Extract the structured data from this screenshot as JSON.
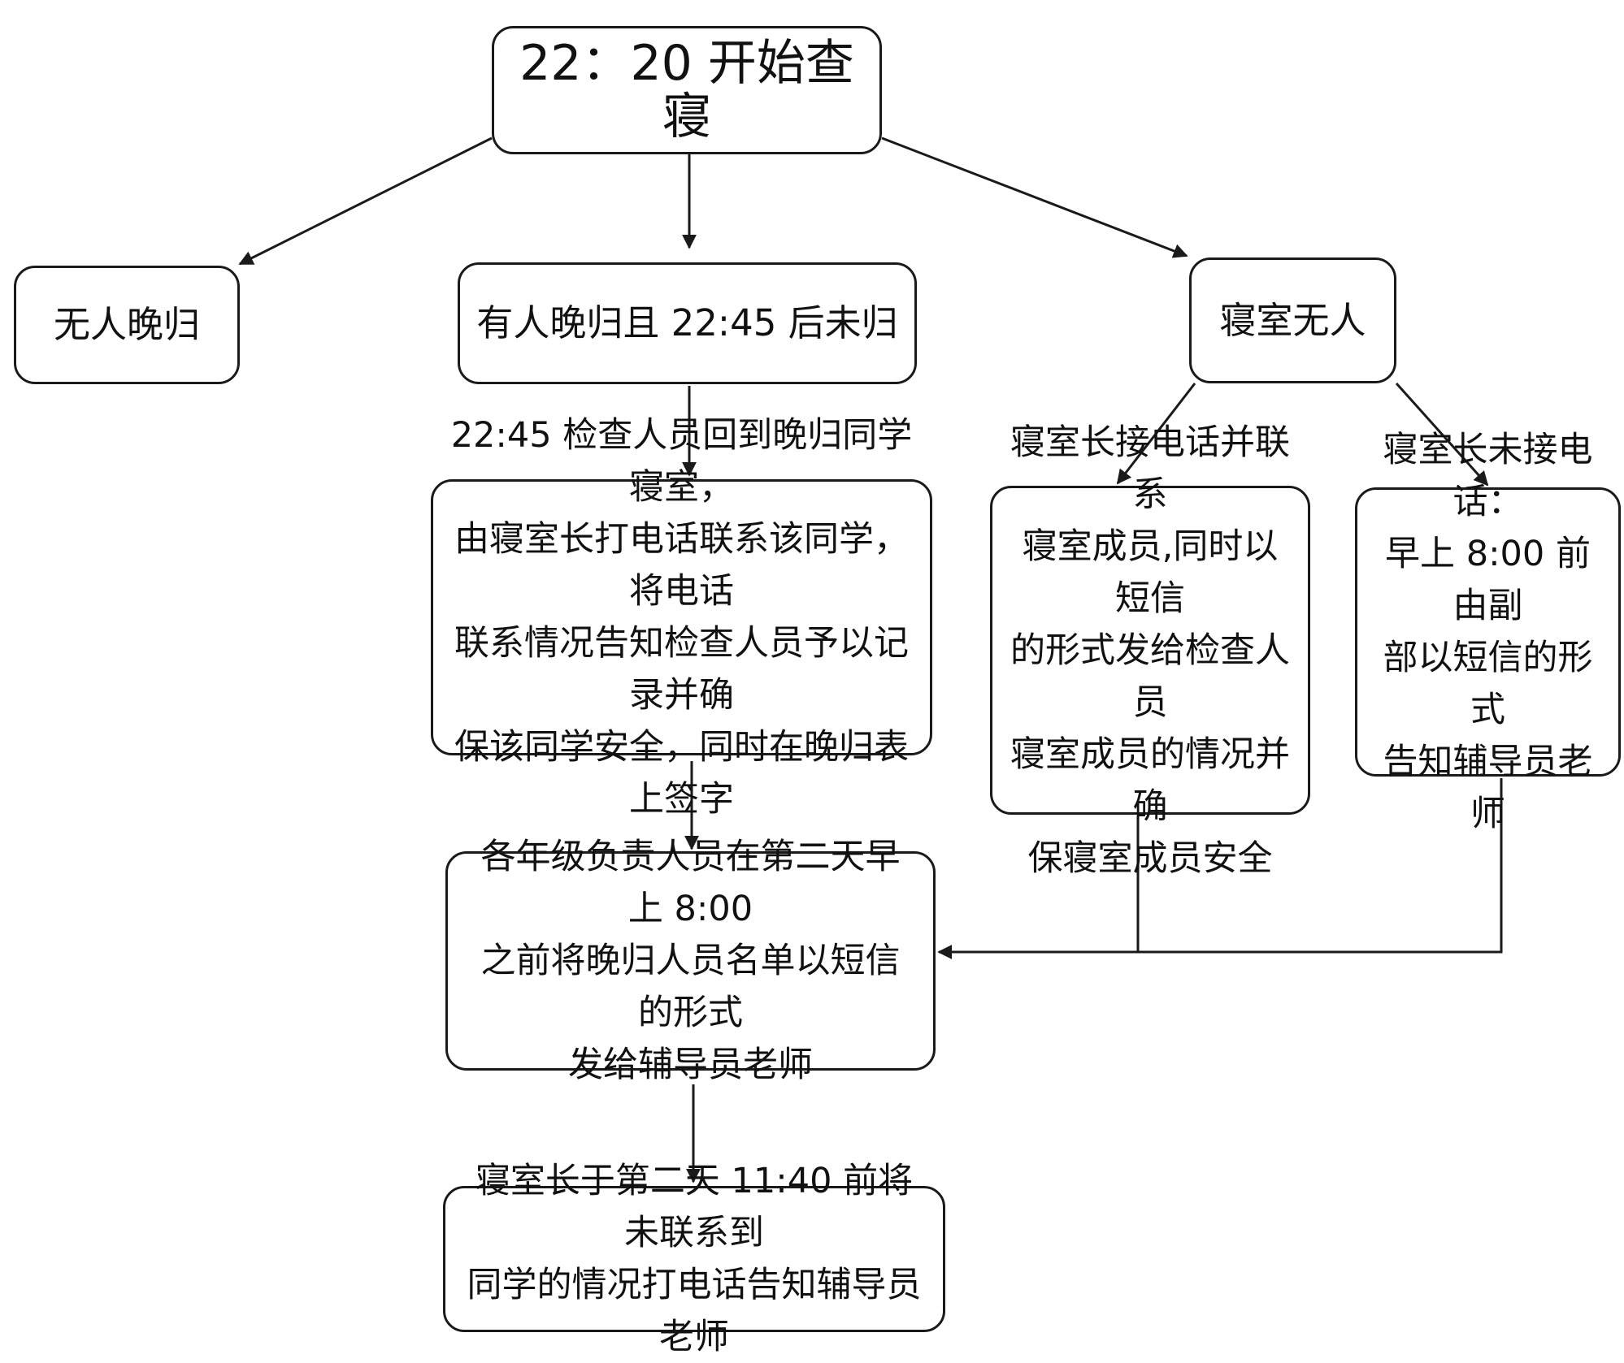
{
  "nodes": {
    "start": "22：20 开始查寝",
    "no_late": "无人晚归",
    "late_not_back": "有人晚归且 22:45 后未归",
    "room_empty": "寝室无人",
    "check_2245": "22:45 检查人员回到晚归同学寝室，\n由寝室长打电话联系该同学，将电话\n联系情况告知检查人员予以记录并确\n保该同学安全，同时在晚归表上签字",
    "leader_answered": "寝室长接电话并联系\n寝室成员,同时以短信\n的形式发给检查人员\n寝室成员的情况并确\n保寝室成员安全",
    "leader_not_answered": "寝室长未接电话：\n早上 8:00 前由副\n部以短信的形式\n告知辅导员老师",
    "grade_report": "各年级负责人员在第二天早上 8:00\n之前将晚归人员名单以短信的形式\n发给辅导员老师",
    "final_call": "寝室长于第二天 11:40 前将未联系到\n同学的情况打电话告知辅导员老师"
  },
  "colors": {
    "stroke": "#1a1a1a",
    "background": "#ffffff"
  }
}
